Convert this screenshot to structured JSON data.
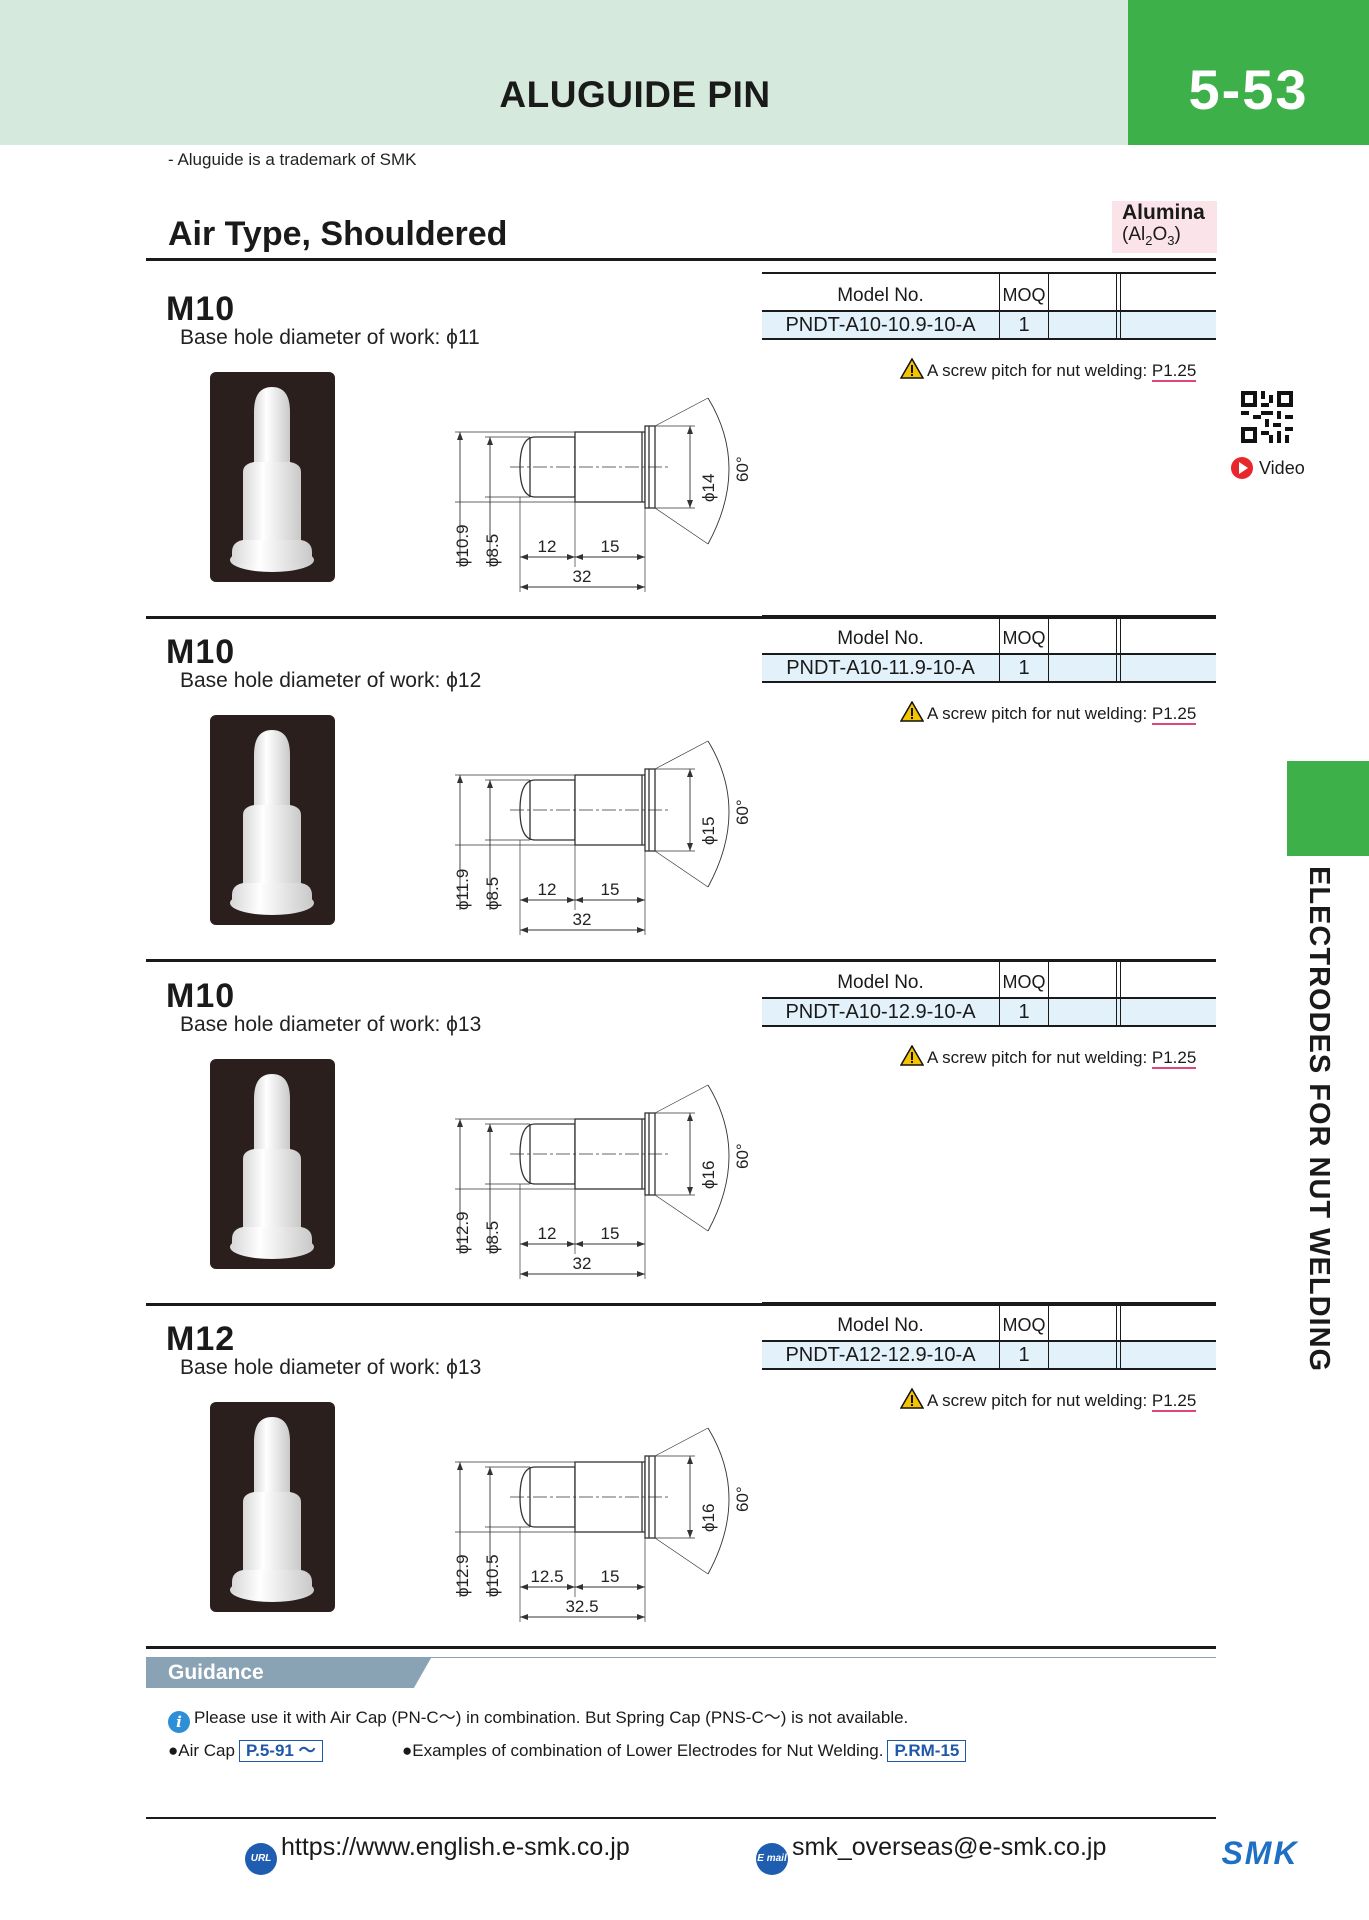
{
  "header": {
    "title": "ALUGUIDE PIN",
    "page_number": "5-53"
  },
  "trademark_note": "- Aluguide is a trademark of SMK",
  "section": {
    "title": "Air Type, Shouldered",
    "material_line1": "Alumina",
    "material_line2": "(Al2O3)"
  },
  "table_headers": {
    "model": "Model No.",
    "moq": "MOQ"
  },
  "warning_prefix": "A screw pitch for nut welding: ",
  "video_label": "Video",
  "side_tab": "ELECTRODES FOR NUT WELDING",
  "products": [
    {
      "thread": "M10",
      "base_hole": "Base hole diameter of work: ϕ11",
      "model": "PNDT-A10-10.9-10-A",
      "moq": "1",
      "pitch": "P1.25",
      "dims": {
        "d_outer": "ϕ10.9",
        "d_tip": "ϕ8.5",
        "d_flange": "ϕ14",
        "angle": "60°",
        "len1": "12",
        "len2": "15",
        "total": "32"
      }
    },
    {
      "thread": "M10",
      "base_hole": "Base hole diameter of work: ϕ12",
      "model": "PNDT-A10-11.9-10-A",
      "moq": "1",
      "pitch": "P1.25",
      "dims": {
        "d_outer": "ϕ11.9",
        "d_tip": "ϕ8.5",
        "d_flange": "ϕ15",
        "angle": "60°",
        "len1": "12",
        "len2": "15",
        "total": "32"
      }
    },
    {
      "thread": "M10",
      "base_hole": "Base hole diameter of work: ϕ13",
      "model": "PNDT-A10-12.9-10-A",
      "moq": "1",
      "pitch": "P1.25",
      "dims": {
        "d_outer": "ϕ12.9",
        "d_tip": "ϕ8.5",
        "d_flange": "ϕ16",
        "angle": "60°",
        "len1": "12",
        "len2": "15",
        "total": "32"
      }
    },
    {
      "thread": "M12",
      "base_hole": "Base hole diameter of work: ϕ13",
      "model": "PNDT-A12-12.9-10-A",
      "moq": "1",
      "pitch": "P1.25",
      "dims": {
        "d_outer": "ϕ12.9",
        "d_tip": "ϕ10.5",
        "d_flange": "ϕ16",
        "angle": "60°",
        "len1": "12.5",
        "len2": "15",
        "total": "32.5"
      }
    }
  ],
  "guidance": {
    "label": "Guidance",
    "note": "Please use it with Air Cap (PN-C〜) in combination. But Spring Cap (PNS-C〜) is not available.",
    "ref1_text": "●Air Cap",
    "ref1_link": "P.5-91 〜",
    "ref2_text": "●Examples of combination of Lower Electrodes for Nut Welding.",
    "ref2_link": "P.RM-15"
  },
  "footer": {
    "url_badge": "URL",
    "url": "https://www.english.e-smk.co.jp",
    "mail_badge": "E mail",
    "email": "smk_overseas@e-smk.co.jp",
    "logo": "SMK"
  },
  "colors": {
    "green": "#3db049",
    "header_band": "#d5eadc",
    "pink": "#e0457a",
    "blue_row": "#e3f1fb",
    "guidance": "#8aa3b4"
  }
}
